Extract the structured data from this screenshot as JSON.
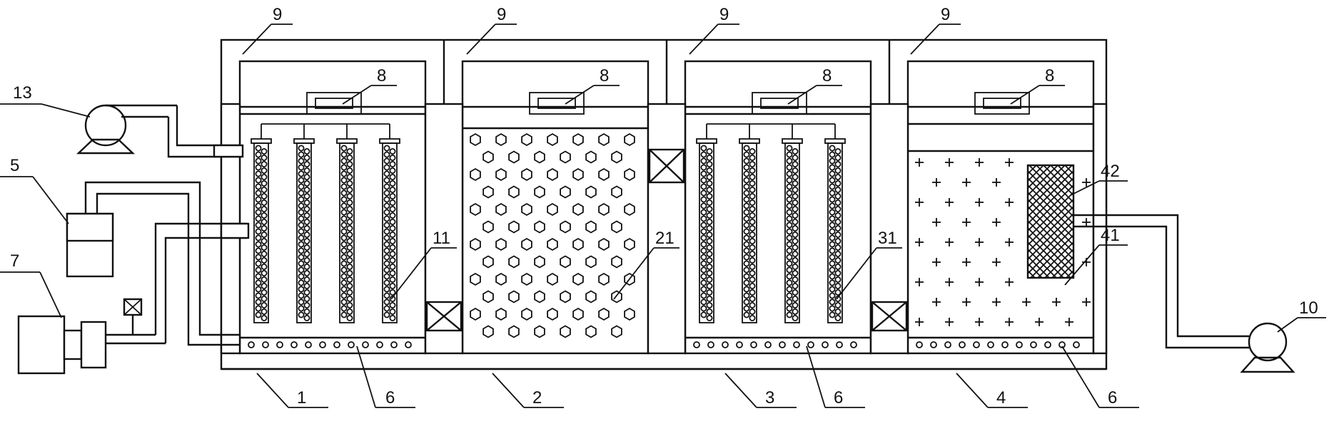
{
  "labels": {
    "tank1": "1",
    "tank2": "2",
    "tank3": "3",
    "tank4": "4",
    "aerator_left": "6",
    "aerator_mid": "6",
    "aerator_right": "6",
    "lid1": "9",
    "lid2": "9",
    "lid3": "9",
    "lid4": "9",
    "sensor1": "8",
    "sensor2": "8",
    "sensor3": "8",
    "sensor4": "8",
    "pump_left": "13",
    "dosing_tank": "5",
    "blower": "7",
    "pump_right": "10",
    "membrane_1": "11",
    "media_2": "21",
    "membrane_3": "31",
    "media_4": "41",
    "filter_4": "42"
  }
}
